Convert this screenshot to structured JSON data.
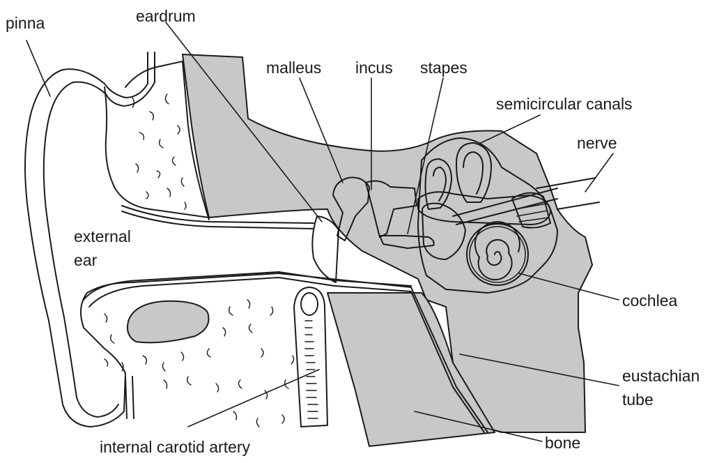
{
  "colors": {
    "bone_fill": "#c8c8c8",
    "ink": "#1a1a1a",
    "background": "#ffffff"
  },
  "labels": {
    "pinna": "pinna",
    "eardrum": "eardrum",
    "malleus": "malleus",
    "incus": "incus",
    "stapes": "stapes",
    "semicircular_canals": "semicircular canals",
    "nerve": "nerve",
    "external_ear_line1": "external",
    "external_ear_line2": "ear",
    "cochlea": "cochlea",
    "eustachian_tube_line1": "eustachian",
    "eustachian_tube_line2": "tube",
    "bone": "bone",
    "internal_carotid_artery": "internal carotid artery"
  }
}
